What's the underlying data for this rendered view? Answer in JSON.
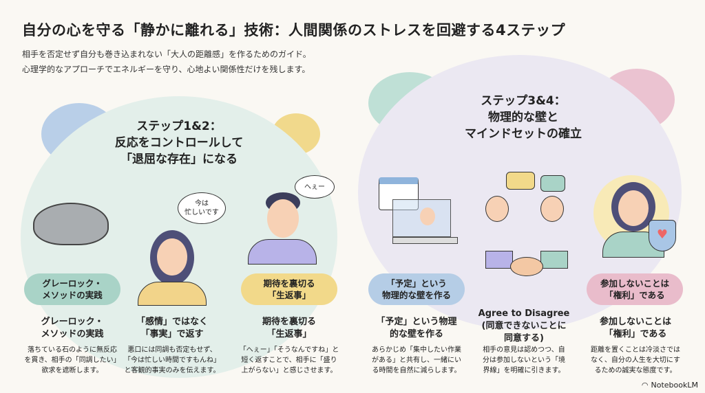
{
  "title": "自分の心を守る「静かに離れる」技術：人間関係のストレスを回避する4ステップ",
  "subtitle": [
    "相手を否定せず自分も巻き込まれない「大人の距離感」を作るためのガイド。",
    "心理学的なアプローチでエネルギーを守り、心地よい関係性だけを残します。"
  ],
  "left_section": {
    "title": [
      "ステップ1&2：",
      "反応をコントロールして",
      "「退屈な存在」になる"
    ],
    "bubble_busy": "今は\n忙しいです",
    "bubble_hee": "へぇー",
    "items": [
      {
        "badge": "グレーロック・\nメソッドの実践",
        "heading": "グレーロック・\nメソッドの実践",
        "desc": "落ちている石のように無反応\nを貫き、相手の「同調したい」\n欲求を遮断します。"
      },
      {
        "heading": "「感情」ではなく\n「事実」で返す",
        "desc": "悪口には同調も否定もせず、\n「今は忙しい時間ですもんね」\nと客観的事実のみを伝えます。"
      },
      {
        "badge": "期待を裏切る\n「生返事」",
        "heading": "期待を裏切る\n「生返事」",
        "desc": "「へぇー」「そうなんですね」と\n短く返すことで、相手に「盛り\n上がらない」と感じさせます。"
      }
    ]
  },
  "right_section": {
    "title": [
      "ステップ3&4：",
      "物理的な壁と",
      "マインドセットの確立"
    ],
    "items": [
      {
        "badge": "「予定」という\n物理的な壁を作る",
        "heading": "「予定」という物理\n的な壁を作る",
        "desc": "あらかじめ「集中したい作業\nがある」と共有し、一緒にい\nる時間を自然に減らします。"
      },
      {
        "heading": "Agree to Disagree\n(同意できないことに\n同意する)",
        "desc": "相手の意見は認めつつ、自\n分は参加しないという「境\n界線」を明確に引きます。"
      },
      {
        "badge": "参加しないことは\n「権利」である",
        "heading": "参加しないことは\n「権利」である",
        "desc": "距離を置くことは冷淡さでは\nなく、自分の人生を大切にす\nるための誠実な態度です。"
      }
    ]
  },
  "brand": "NotebookLM",
  "colors": {
    "teal": "#a9d3c7",
    "yellow": "#f2d98a",
    "blue": "#b5cde6",
    "pink": "#e9bccb",
    "left_bg": "#e3efea",
    "right_bg": "#ebe8f2"
  }
}
